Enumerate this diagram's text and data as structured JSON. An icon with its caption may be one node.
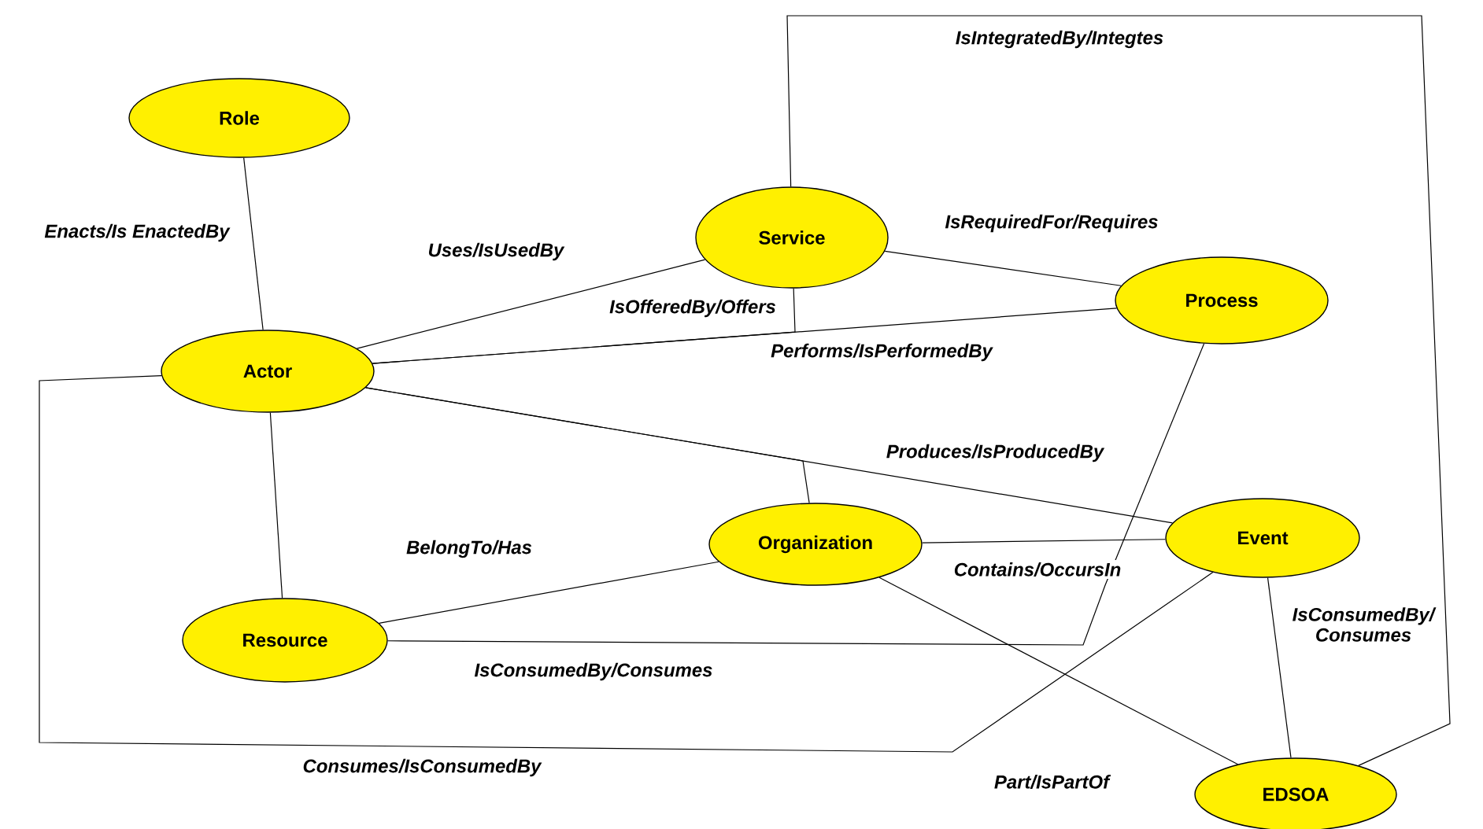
{
  "diagram": {
    "nodes": [
      {
        "text": [
          "Role"
        ]
      },
      {
        "text": [
          "Service"
        ]
      },
      {
        "text": [
          "Process"
        ]
      },
      {
        "text": [
          "Actor"
        ]
      },
      {
        "text": [
          "Organization"
        ]
      },
      {
        "text": [
          "Event"
        ]
      },
      {
        "text": [
          "Resource"
        ]
      },
      {
        "text": [
          "EDSOA"
        ]
      }
    ],
    "edges": [
      {
        "from": 0,
        "to": 3,
        "arrow": "none",
        "label": "Enacts/Is EnactedBy"
      },
      {
        "from": 3,
        "to": 1,
        "arrow": "none",
        "label": "Uses/IsUsedBy"
      },
      {
        "from": 1,
        "to": 2,
        "arrow": "none",
        "label": "IsRequiredFor/Requires"
      },
      {
        "from": 3,
        "to": 2,
        "arrow": "none",
        "label": "Performs/IsPerformedBy"
      },
      {
        "from": 1,
        "to": 3,
        "arrow": "none",
        "label": "IsOfferedBy/Offers"
      },
      {
        "from": 3,
        "to": 5,
        "arrow": "none",
        "label": "Produces/IsProducedBy"
      },
      {
        "from": 4,
        "to": 3,
        "arrow": "none"
      },
      {
        "from": 3,
        "to": 6,
        "arrow": "none"
      },
      {
        "from": 6,
        "to": 4,
        "arrow": "none",
        "label": "BelongTo/Has"
      },
      {
        "from": 4,
        "to": 5,
        "arrow": "none",
        "label": "Contains/OccursIn"
      },
      {
        "from": 6,
        "to": 2,
        "arrow": "none",
        "label": "IsConsumedBy/Consumes"
      },
      {
        "from": 3,
        "to": 5,
        "arrow": "none",
        "label": "Consumes/IsConsumedBy"
      },
      {
        "from": 4,
        "to": 7,
        "arrow": "none",
        "label": "Part/IsPartOf"
      },
      {
        "from": 5,
        "to": 7,
        "arrow": "none",
        "label": "IsConsumedBy/ Consumes"
      },
      {
        "from": 1,
        "to": 7,
        "arrow": "none",
        "label": "IsIntegratedBy/Integtes"
      }
    ]
  }
}
